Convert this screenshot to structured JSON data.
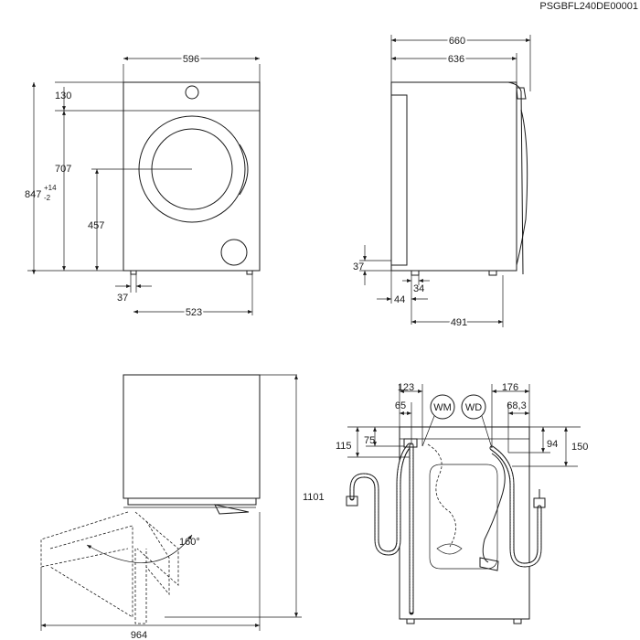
{
  "document_code": "PSGBFL240DE00001",
  "front_view": {
    "width": "596",
    "top_offset": "130",
    "door_center_height": "707",
    "total_height": "847",
    "tolerance_plus": "+14",
    "tolerance_minus": "-2",
    "dispenser_height": "457",
    "foot_offset": "37",
    "foot_span": "523"
  },
  "side_view": {
    "overall_depth": "660",
    "body_depth": "636",
    "foot_height": "37",
    "foot_offset": "34",
    "foot_inset": "44",
    "foot_span": "491"
  },
  "door_view": {
    "opening_angle": "160°",
    "opening_width": "964",
    "total_height": "1101"
  },
  "rear_view": {
    "wm_label": "WM",
    "wd_label": "WD",
    "left_outer": "123",
    "left_inner": "65",
    "right_outer": "176",
    "right_inner": "68,3",
    "left_height_outer": "115",
    "left_height_inner": "75",
    "right_height_inner": "94",
    "right_height_outer": "150"
  }
}
